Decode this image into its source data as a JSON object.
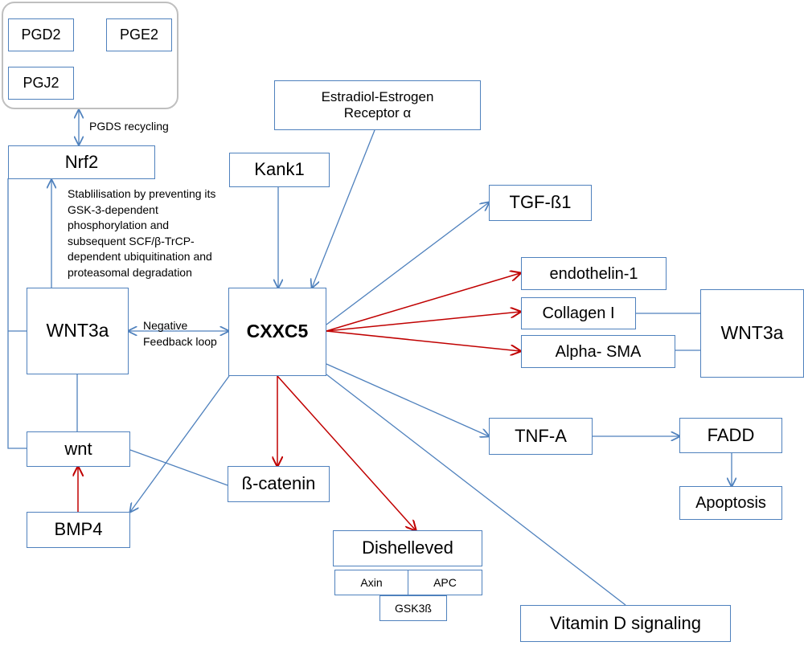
{
  "prostaglandins": {
    "pgd2": "PGD2",
    "pge2": "PGE2",
    "pgj2": "PGJ2"
  },
  "nodes": {
    "nrf2": "Nrf2",
    "kank1": "Kank1",
    "estradiol_line1": "Estradiol-Estrogen",
    "estradiol_line2": "Receptor α",
    "tgf_b1": "TGF-ß1",
    "endothelin1": "endothelin-1",
    "collagen1": "Collagen I",
    "alpha_sma": "Alpha- SMA",
    "wnt3a_right": "WNT3a",
    "wnt3a_left": "WNT3a",
    "cxxc5": "CXXC5",
    "wnt": "wnt",
    "bmp4": "BMP4",
    "b_catenin": "ß-catenin",
    "tnf_a": "TNF-A",
    "fadd": "FADD",
    "apoptosis": "Apoptosis",
    "dishelleved": "Dishelleved",
    "axin": "Axin",
    "apc": "APC",
    "gsk3b": "GSK3ß",
    "vitamin_d": "Vitamin D signaling"
  },
  "labels": {
    "pgds_recycling": "PGDS recycling",
    "stabilisation": [
      "Stablilisation by preventing its",
      "GSK-3-dependent",
      "phosphorylation and",
      "subsequent SCF/β-TrCP-",
      "dependent ubiquitination and",
      "proteasomal degradation"
    ],
    "feedback_line1": "Negative",
    "feedback_line2": "Feedback loop"
  },
  "colors": {
    "box_border": "#4f81bd",
    "arrow_blue": "#4f81bd",
    "arrow_red": "#c00000",
    "group_border": "#bfbfbf"
  }
}
